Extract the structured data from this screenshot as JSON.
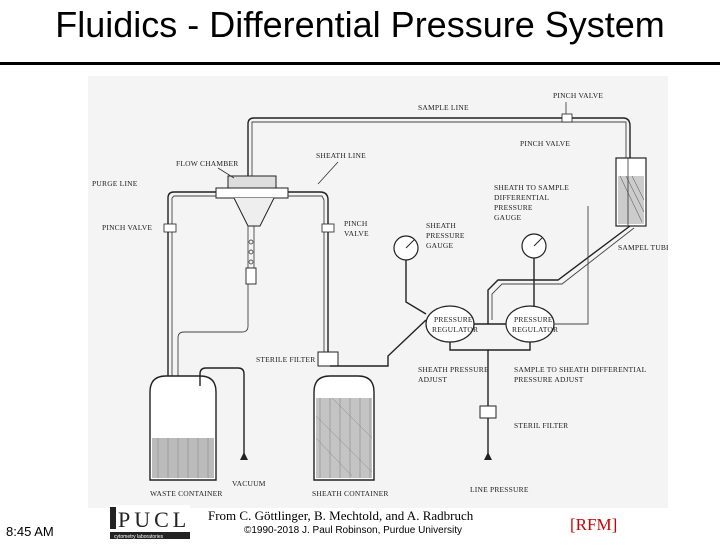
{
  "header": {
    "title": "Fluidics - Differential Pressure System"
  },
  "diagram": {
    "labels": {
      "sample_line": "SAMPLE LINE",
      "pinch_valve_top": "PINCH VALVE",
      "pinch_valve_right": "PINCH VALVE",
      "flow_chamber": "FLOW CHAMBER",
      "sheath_line": "SHEATH LINE",
      "purge_line": "PURGE LINE",
      "pinch_valve_left": "PINCH VALVE",
      "pinch_valve_mid_1": "PINCH",
      "pinch_valve_mid_2": "VALVE",
      "sheath_to_sample_1": "SHEATH TO SAMPLE",
      "sheath_to_sample_2": "DIFFERENTIAL",
      "sheath_to_sample_3": "PRESSURE",
      "sheath_to_sample_4": "GAUGE",
      "sheath_gauge_1": "SHEATH",
      "sheath_gauge_2": "PRESSURE",
      "sheath_gauge_3": "GAUGE",
      "sample_tube": "SAMPEL TUBE",
      "pressure_regulator_left_1": "PRESSURE",
      "pressure_regulator_left_2": "REGULATOR",
      "pressure_regulator_right_1": "PRESSURE",
      "pressure_regulator_right_2": "REGULATOR",
      "sterile_filter_left": "STERILE FILTER",
      "sheath_pressure_adjust_1": "SHEATH PRESSURE",
      "sheath_pressure_adjust_2": "ADJUST",
      "sample_to_sheath_1": "SAMPLE TO SHEATH DIFFERENTIAL",
      "sample_to_sheath_2": "PRESSURE ADJUST",
      "sterile_filter_right": "STERIL FILTER",
      "waste_container": "WASTE CONTAINER",
      "vacuum": "VACUUM",
      "sheath_container": "SHEATH CONTAINER",
      "line_pressure": "LINE PRESSURE"
    }
  },
  "footer": {
    "time": "8:45 AM",
    "logo_text": "PUCL",
    "logo_subtext": "cytometry laboratories",
    "credit": "From C. Göttlinger, B. Mechtold, and A. Radbruch",
    "copyright": "©1990-2018 J. Paul Robinson, Purdue University",
    "tag": "[RFM]"
  },
  "colors": {
    "accent": "#cc0000",
    "text": "#000000"
  }
}
